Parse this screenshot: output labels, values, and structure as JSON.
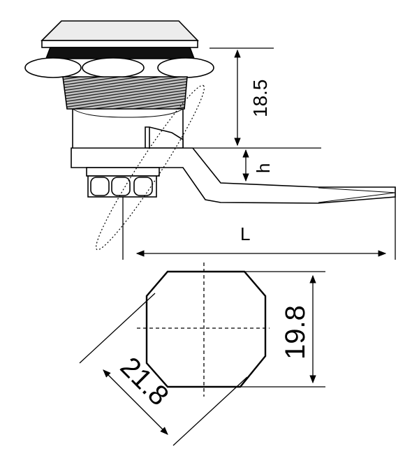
{
  "labels": {
    "height_dim": "18.5",
    "offset_dim": "h",
    "length_dim": "L",
    "cutout_height_dim": "19.8",
    "cutout_width_dim": "21.8"
  },
  "colors": {
    "ink": "#000000",
    "paper": "#ffffff",
    "cap_light": "#e6e6e6",
    "cap_dark": "#111111"
  }
}
